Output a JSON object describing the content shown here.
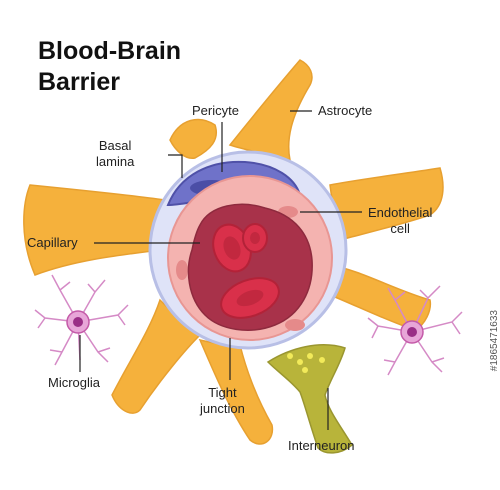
{
  "title_line1": "Blood-Brain",
  "title_line2": "Barrier",
  "labels": {
    "pericyte": "Pericyte",
    "astrocyte": "Astrocyte",
    "basal_lamina_1": "Basal",
    "basal_lamina_2": "lamina",
    "endothelial_1": "Endothelial",
    "endothelial_2": "cell",
    "capillary": "Capillary",
    "microglia": "Microglia",
    "tight_junction_1": "Tight",
    "tight_junction_2": "junction",
    "interneuron": "Interneuron"
  },
  "stock_id": "#1865471633",
  "colors": {
    "astrocyte": "#f5b13c",
    "pericyte": "#6f72c9",
    "basal_lamina": "#c9cff0",
    "endothelium": "#f0a8a6",
    "lumen": "#a8324a",
    "red_cell": "#d9304a",
    "interneuron": "#b8b43a",
    "microglia": "#c45aa8"
  }
}
